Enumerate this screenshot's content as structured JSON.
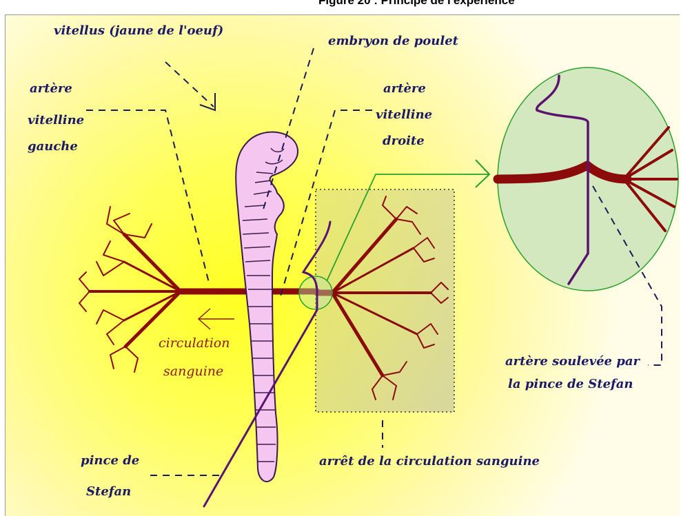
{
  "caption": "Figure 20 : Principe de l'expérience",
  "labels": {
    "vitellus": "vitellus (jaune de l'oeuf)",
    "embryon": "embryon de poulet",
    "arteres_gauche_1": "artère",
    "arteres_gauche_2": "vitelline",
    "arteres_gauche_3": "gauche",
    "arteres_droite_1": "artère",
    "arteres_droite_2": "vitelline",
    "arteres_droite_3": "droite",
    "circulation_1": "circulation",
    "circulation_2": "sanguine",
    "soulevee_1": "artère soulevée par",
    "soulevee_2": "la pince de Stefan",
    "pince_1": "pince de",
    "pince_2": "Stefan",
    "arret": "arrêt de la circulation sanguine"
  },
  "colors": {
    "artery": "#8b0a0a",
    "pince": "#5a1470",
    "embryo_fill": "#f5c6f0",
    "embryo_stroke": "#3a1a4a",
    "label": "#1a1a66",
    "circulation_label": "#8b1a1a",
    "leader": "#1a1a55",
    "zoom_line": "#2aa02a",
    "zoom_fill": "#d4e8c0",
    "background_center": "#ffff33",
    "background_edge": "#fffde0"
  },
  "icons": {
    "arrow": "arrow-icon"
  }
}
